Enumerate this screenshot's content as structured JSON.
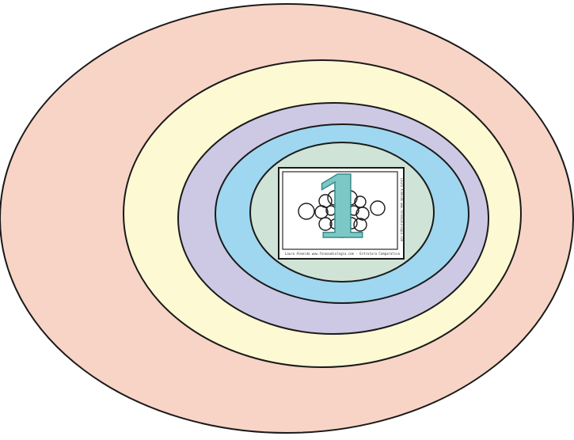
{
  "diagram": {
    "ring_colors": {
      "outer": "#f8d4c6",
      "second": "#fdf9d3",
      "third": "#cdc9e4",
      "fourth": "#9ed7ef",
      "inner": "#cfe3d6"
    },
    "card": {
      "numeral": "1",
      "numeral_color": "#7cc8c6",
      "caption_bottom": "Laura Almeida www.fonoaudiologia.com - Estrutura Comparativa",
      "caption_side": "Laura Almeida www.fonoaudiologia.com"
    }
  }
}
